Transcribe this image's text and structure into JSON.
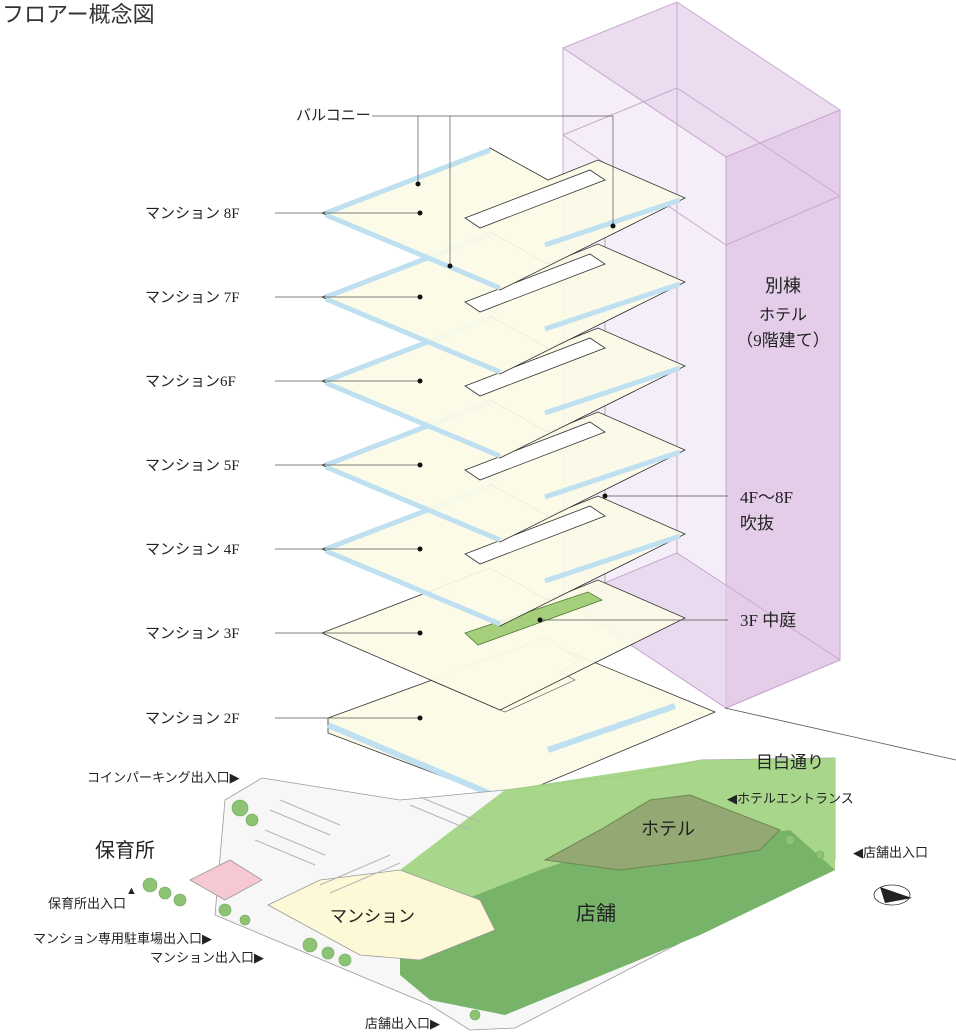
{
  "title": "フロアー概念図",
  "labels": {
    "balcony": "バルコニー",
    "annex_line1": "別棟",
    "annex_line2": "ホテル",
    "annex_line3": "（9階建て）",
    "void_line1": "4F〜8F",
    "void_line2": "吹抜",
    "courtyard": "3F 中庭",
    "street": "目白通り",
    "hotel_entrance": "◀ホテルエントランス",
    "shop_entrance_right": "◀店舗出入口",
    "shop_entrance_bottom": "店舗出入口▶",
    "hotel": "ホテル",
    "shop": "店舗",
    "mansion": "マンション",
    "nursery": "保育所",
    "nursery_entrance": "保育所出入口",
    "coin_parking": "コインパーキング出入口▶",
    "mansion_parking": "マンション専用駐車場出入口▶",
    "mansion_entrance": "マンション出入口▶"
  },
  "floors": [
    {
      "label": "マンション 8F"
    },
    {
      "label": "マンション 7F"
    },
    {
      "label": "マンション6F"
    },
    {
      "label": "マンション 5F"
    },
    {
      "label": "マンション 4F"
    },
    {
      "label": "マンション 3F"
    },
    {
      "label": "マンション 2F"
    }
  ],
  "colors": {
    "floor_fill": "#fbfbe6",
    "balcony": "#bfe0f0",
    "annex": "#ead8ee",
    "annex_edge": "#c8a9cf",
    "courtyard": "#a6cf7c",
    "shop": "#78b36a",
    "hotel": "#93a872",
    "ground_green": "#9fd37e",
    "nursery": "#f6c8d3",
    "mansion_ground": "#fdf8d6"
  }
}
